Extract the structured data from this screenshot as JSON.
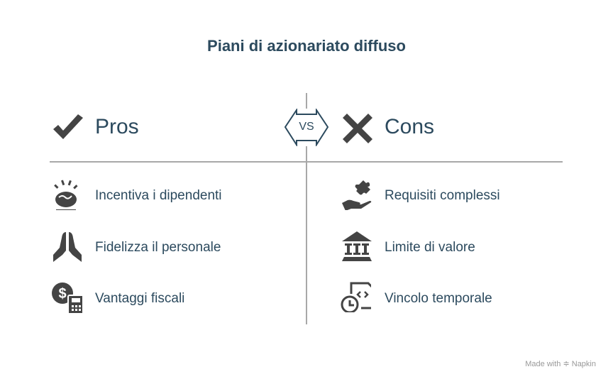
{
  "title": "Piani di azionariato diffuso",
  "vs": "VS",
  "pros": {
    "label": "Pros",
    "items": [
      "Incentiva i dipendenti",
      "Fidelizza il personale",
      "Vantaggi fiscali"
    ]
  },
  "cons": {
    "label": "Cons",
    "items": [
      "Requisiti complessi",
      "Limite di valore",
      "Vincolo temporale"
    ]
  },
  "footer": {
    "made_with": "Made with",
    "brand": "Napkin"
  },
  "colors": {
    "text": "#2c4a5e",
    "icon": "#444444",
    "line": "#a8a8a8"
  }
}
